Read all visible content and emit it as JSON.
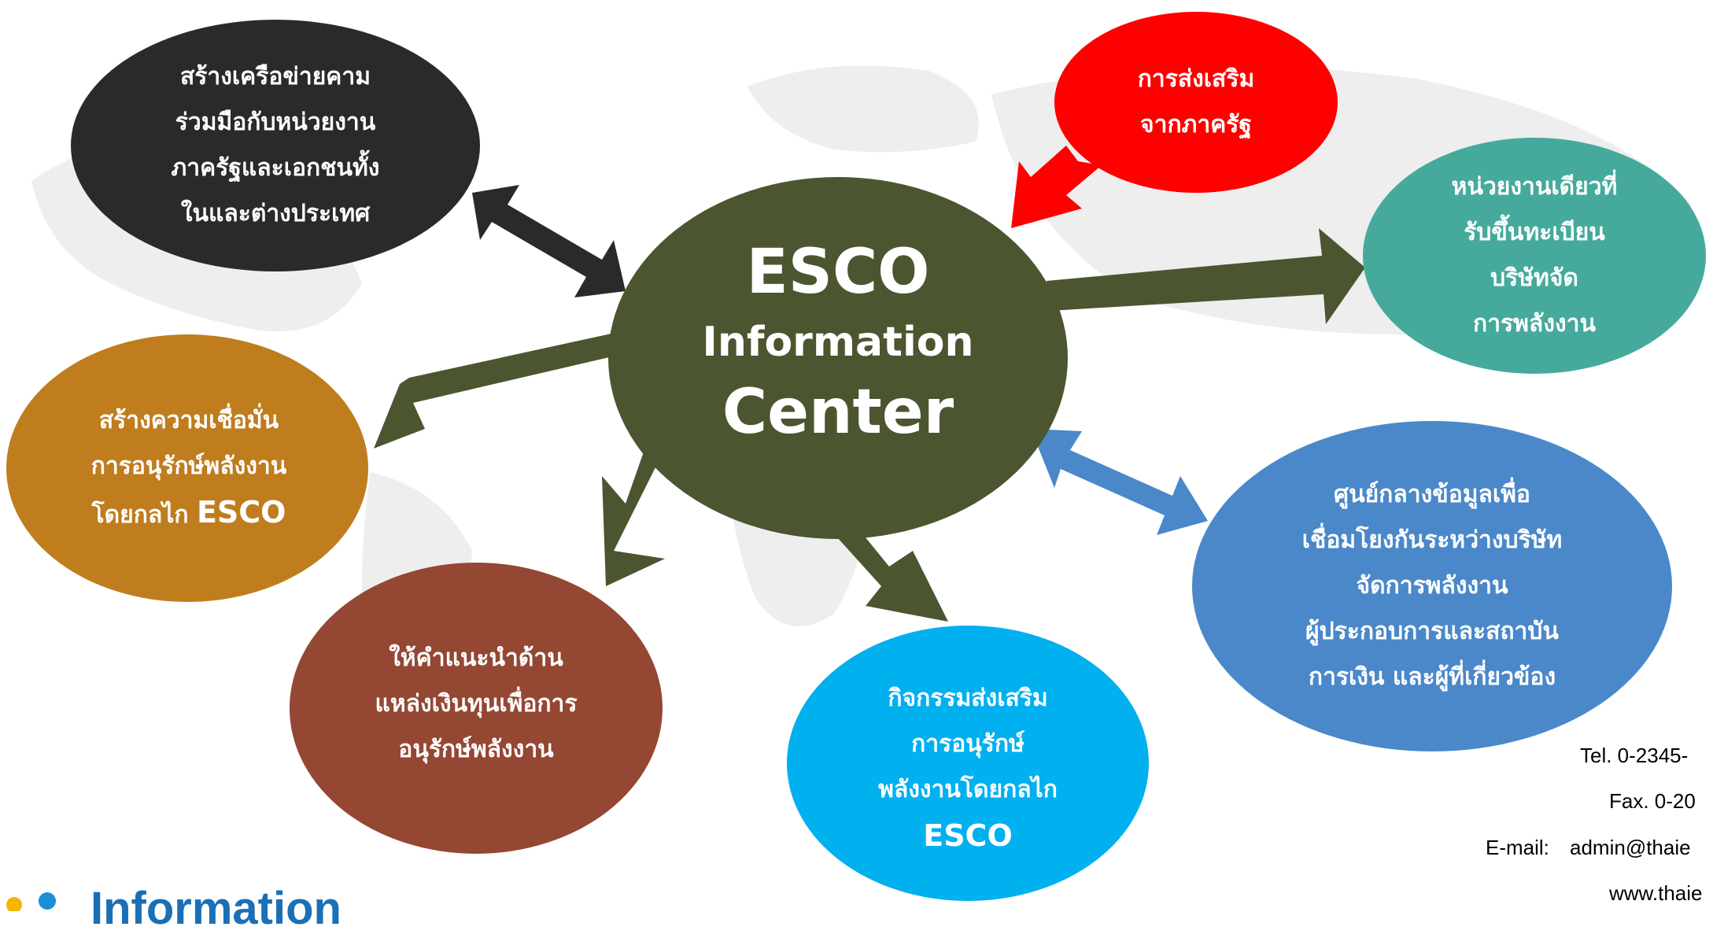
{
  "colors": {
    "center": "#4b5530",
    "network": "#2a2a2b",
    "government": "#ff0000",
    "registration": "#45aa9c",
    "confidence": "#bf7d1e",
    "finance": "#944733",
    "activities": "#00b0ef",
    "datacenter": "#4a88c9",
    "arrow_main": "#4b5530",
    "arrow_dark": "#2a2a2b",
    "arrow_red": "#ff0000",
    "arrow_blue": "#4a88c9",
    "map": "#eeeeee"
  },
  "center": {
    "line1": "ESCO",
    "line2": "Information",
    "line3": "Center"
  },
  "nodes": {
    "network": {
      "lines": [
        "สร้างเครือข่ายคาม",
        "ร่วมมือกับหน่วยงาน",
        "ภาครัฐและเอกชนทั้ง",
        "ในและต่างประเทศ"
      ]
    },
    "government": {
      "lines": [
        "การส่งเสริม",
        "จากภาครัฐ"
      ]
    },
    "registration": {
      "lines": [
        "หน่วยงานเดียวที่",
        "รับขึ้นทะเบียน",
        "บริษัทจัด",
        "การพลังงาน"
      ]
    },
    "confidence": {
      "line1": "สร้างความเชื่อมั่น",
      "line2": "การอนุรักษ์พลังงาน",
      "line3_prefix": "โดยกลไก ",
      "line3_bold": "ESCO"
    },
    "finance": {
      "lines": [
        "ให้คำแนะนำด้าน",
        "แหล่งเงินทุนเพื่อการ",
        "อนุรักษ์พลังงาน"
      ]
    },
    "activities": {
      "lines": [
        "กิจกรรมส่งเสริม",
        "การอนุรักษ์",
        "พลังงานโดยกลไก",
        "ESCO"
      ]
    },
    "datacenter": {
      "lines": [
        "ศูนย์กลางข้อมูลเพื่อ",
        "เชื่อมโยงกันระหว่างบริษัท",
        "จัดการพลังงาน",
        "ผู้ประกอบการและสถาบัน",
        "การเงิน และผู้ที่เกี่ยวข้อง"
      ]
    }
  },
  "contact": {
    "tel": "Tel. 0-2345-",
    "fax": "Fax. 0-20",
    "email_label": "E-mail:",
    "email_value": "admin@thaie",
    "web": "www.thaie"
  },
  "footer_logo_text": "Information"
}
